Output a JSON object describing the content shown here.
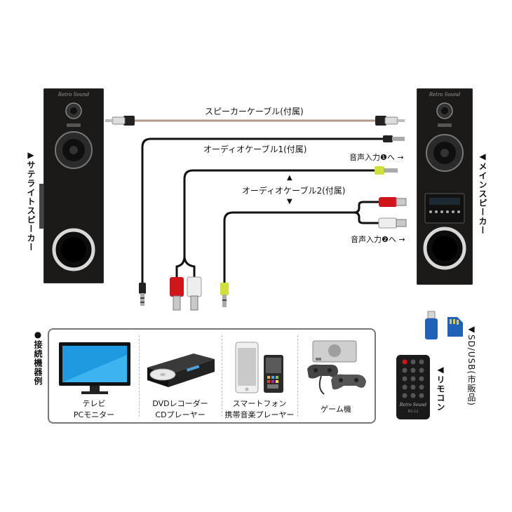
{
  "labels": {
    "speaker_cable": "スピーカーケーブル(付属)",
    "audio_cable_1": "オーディオケーブル1(付属)",
    "audio_cable_2": "オーディオケーブル2(付属)",
    "audio_in_1": "音声入力❶へ →",
    "audio_in_2": "音声入力❷へ →",
    "satellite_speaker": "▶サテライトスピーカー",
    "main_speaker": "◀メインスピーカー",
    "connected_devices": "●接続機器例",
    "sd_usb": "◀SD/USB(市販品)",
    "remote": "◀リモコン",
    "arrow_up": "▲",
    "arrow_down": "▼"
  },
  "speaker_brand": "Retro Sound",
  "remote_model": "RS-12",
  "devices": [
    {
      "line1": "テレビ",
      "line2": "PCモニター"
    },
    {
      "line1": "DVDレコーダー",
      "line2": "CDプレーヤー"
    },
    {
      "line1": "スマートフォン",
      "line2": "携帯音楽プレーヤー"
    },
    {
      "line1": "ゲーム機",
      "line2": ""
    }
  ],
  "colors": {
    "speaker_body": "#1c1a18",
    "speaker_cable": "#b39a88",
    "black_cable": "#111111",
    "rca_red": "#d0161b",
    "rca_white": "#eeeeee",
    "plug_yellow": "#cfe03a",
    "sd_card": "#1e63b8",
    "usb": "#1e63b8"
  }
}
